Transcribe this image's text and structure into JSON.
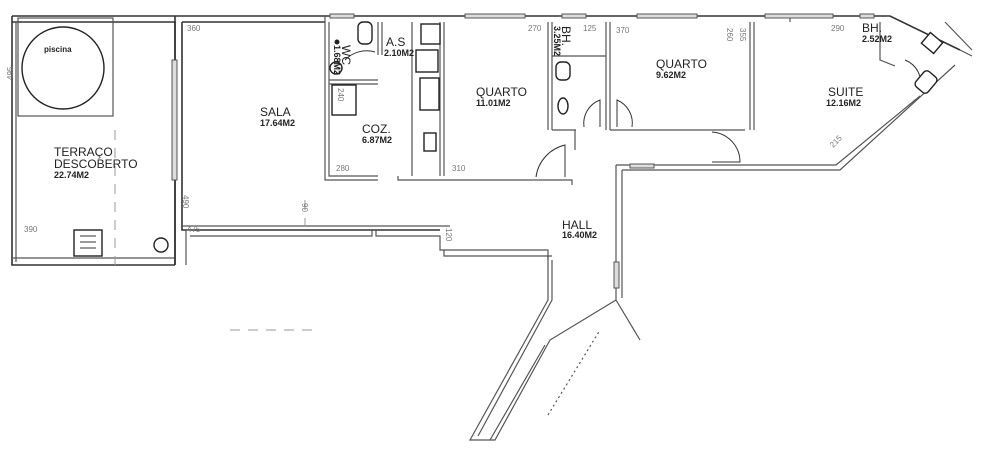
{
  "rooms": {
    "pool": {
      "label": "piscina"
    },
    "terrace": {
      "label_1": "TERRAÇO",
      "label_2": "DESCOBERTO",
      "area": "22.74M2"
    },
    "living": {
      "label": "SALA",
      "area": "17.64M2"
    },
    "wc": {
      "label": "WC",
      "area": "1.68M2"
    },
    "laundry": {
      "label": "A.S",
      "area": "2.10M2"
    },
    "kitchen": {
      "label": "COZ.",
      "area": "6.87M2"
    },
    "bedroom_1": {
      "label": "QUARTO",
      "area": "11.01M2"
    },
    "bath_1": {
      "label": "BH.",
      "area": "3.25M2"
    },
    "bedroom_2": {
      "label": "QUARTO",
      "area": "9.62M2"
    },
    "suite": {
      "label": "SUITE",
      "area": "12.16M2"
    },
    "bath_2": {
      "label": "BH.",
      "area": "2.52M2"
    },
    "hall": {
      "label": "HALL",
      "area": "16.40M2"
    }
  },
  "dimensions": {
    "terrace_height": "495",
    "living_width": "360",
    "terrace_width": "390",
    "living_height": "490",
    "corridor": "90",
    "lower_width": "475",
    "lower_small": "120",
    "kitchen_fridge": "240",
    "kitchen_width": "280",
    "bedroom_1_width": "310",
    "bedroom_1_top": "270",
    "bath_1_width": "125",
    "bedroom_2_width": "370",
    "bedroom_2_height": "260",
    "suite_height": "355",
    "suite_width": "290",
    "suite_diagonal": "215"
  }
}
